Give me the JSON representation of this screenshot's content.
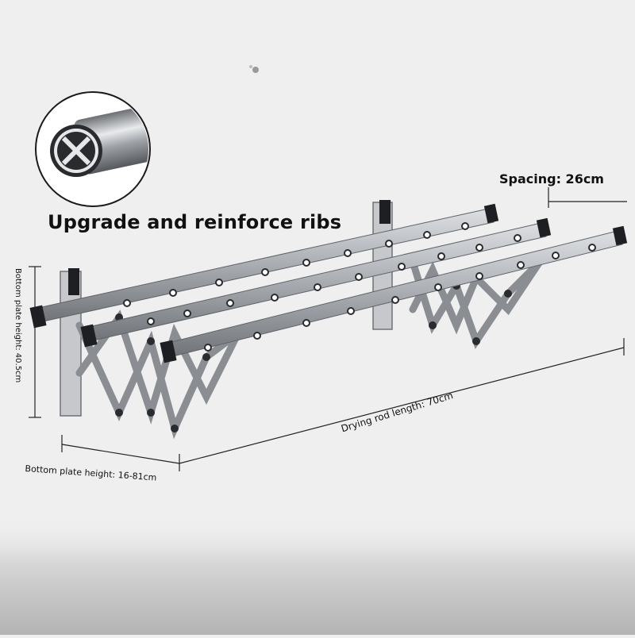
{
  "headline": "Upgrade and reinforce ribs",
  "spacing_label": "Spacing: 26cm",
  "rod_length_label": "Drying rod length: 70cm",
  "width_label": "Bottom plate height: 16-81cm",
  "plate_height_label": "Bottom plate height: 40.5cm",
  "colors": {
    "background": "#efefef",
    "aluminum": "#b9bcc0",
    "aluminum_dark": "#6f7378",
    "end_cap": "#1e1f22",
    "text": "#111111"
  },
  "icons": {
    "tube_cross_section": "tube-cross-section-icon",
    "product": "folding-drying-rack"
  }
}
